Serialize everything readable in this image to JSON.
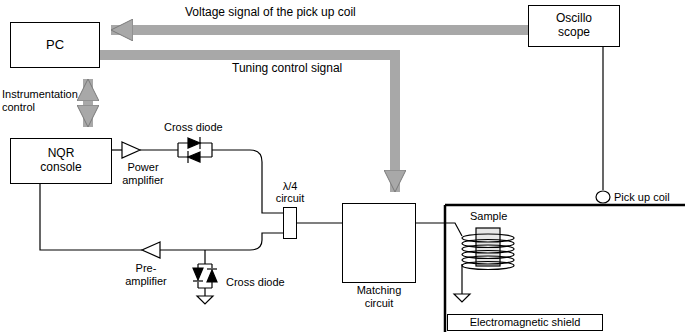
{
  "diagram": {
    "nodes": [
      {
        "text": [
          "PC"
        ]
      },
      {
        "text": [
          "Oscillo scope"
        ]
      },
      {
        "text": [
          "NQR console"
        ]
      },
      {
        "text": [
          "λ/4 circuit"
        ]
      },
      {
        "text": [
          "Matching circuit"
        ]
      },
      {
        "text": [
          "Electromagnetic shield"
        ]
      }
    ],
    "edges": [
      {
        "from": 1,
        "to": 0,
        "arrow": "to",
        "label": "Voltage signal of the pick up coil"
      },
      {
        "from": 0,
        "to": 4,
        "arrow": "to",
        "label": "Tuning control signal"
      },
      {
        "from": 0,
        "to": 2,
        "arrow": "both",
        "label": "Instrumentation control"
      },
      {
        "from": 3,
        "to": 4,
        "arrow": "none"
      }
    ],
    "labels": [
      "Power amplifier",
      "Cross diode",
      "Pre- amplifier",
      "Cross diode",
      "Sample",
      "Pick up coil"
    ]
  }
}
